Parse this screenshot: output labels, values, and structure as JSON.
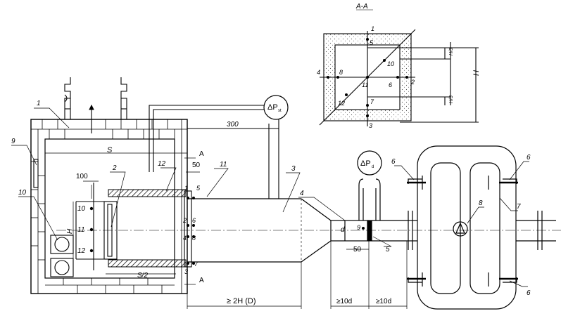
{
  "section_title": "A-A",
  "section_marks": [
    "A",
    "A"
  ],
  "callouts": {
    "c1": "1",
    "c2": "2",
    "c3": "3",
    "c4": "4",
    "c5": "5",
    "c6": "6",
    "c6b": "6",
    "c6c": "6",
    "c7": "7",
    "c8": "8",
    "c9": "9",
    "c10": "10",
    "c11": "11",
    "c12": "12"
  },
  "point_labels": {
    "p10": "10",
    "p11": "11",
    "p12": "12",
    "p1": "1",
    "p5": "5",
    "p2": "2",
    "p6": "6",
    "p4": "4",
    "p8": "8",
    "p3": "3",
    "p7": "7",
    "p9": "9"
  },
  "section_points": {
    "s1": "1",
    "s5": "5",
    "s10": "10",
    "s4": "4",
    "s8": "8",
    "s11": "11",
    "s6": "6",
    "s2": "2",
    "s12": "12",
    "s7": "7",
    "s3": "3"
  },
  "section_dims": {
    "h3_top": "H/3",
    "h3_bot": "H/3",
    "H": "H"
  },
  "dimensions": {
    "S": "S",
    "S2": "S/2",
    "d300": "300",
    "d100": "100",
    "d50a": "50",
    "d50b": "50",
    "H": "H",
    "d": "d",
    "len_2H": "≥ 2H (D)",
    "len_10d_a": "≥10d",
    "len_10d_b": "≥10d"
  },
  "dp_st": {
    "symbol": "ΔP",
    "sub": "st"
  },
  "dp_d": {
    "symbol": "ΔP",
    "sub": "d"
  }
}
